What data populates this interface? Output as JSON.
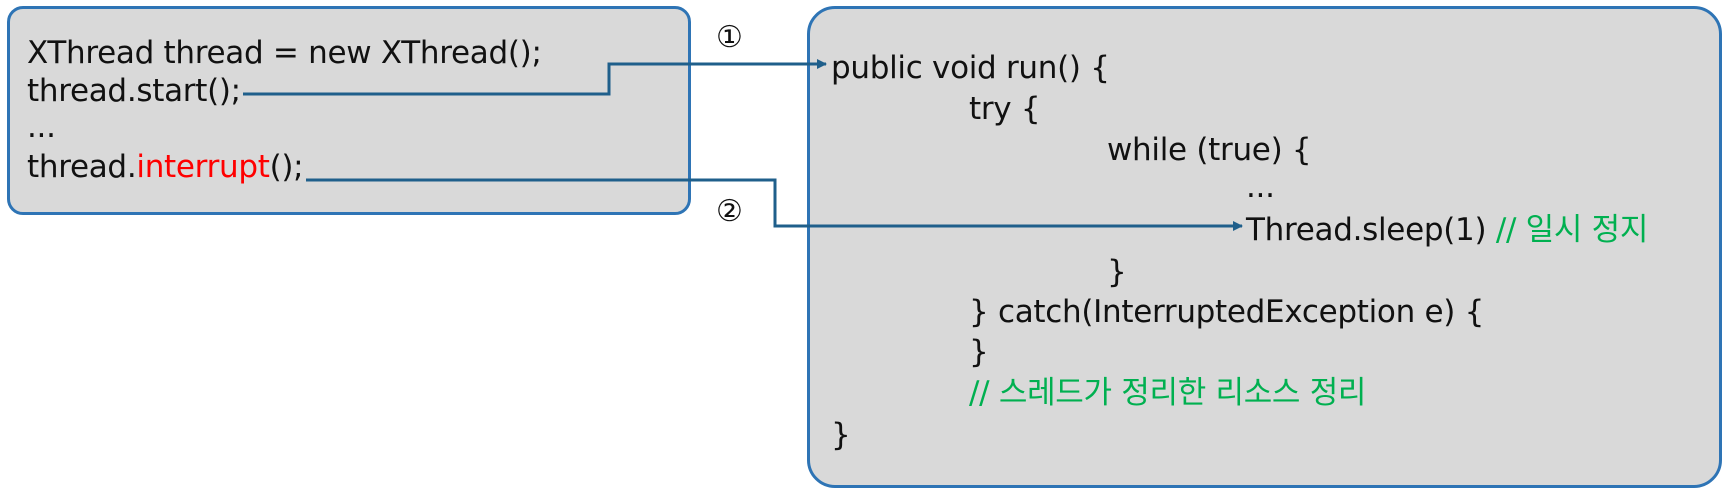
{
  "caller": {
    "line1": "XThread thread = new XThread();",
    "line2": "thread.start();",
    "line3": "...",
    "line4_prefix": "thread.",
    "line4_method": "interrupt",
    "line4_suffix": "();"
  },
  "markers": {
    "first": "①",
    "second": "②"
  },
  "run_method": {
    "signature": "public void run() {",
    "try_open": "try {",
    "while_open": "while (true) {",
    "ellipsis": "...",
    "sleep_call": "Thread.sleep(1)",
    "sleep_comment": "// 일시 정지",
    "while_close": "}",
    "catch_open": "} catch(InterruptedException e) {",
    "catch_close": "}",
    "cleanup_comment": "// 스레드가 정리한 리소스 정리",
    "method_close": "}"
  },
  "colors": {
    "box_fill": "#d9d9d9",
    "box_border": "#2e74b5",
    "arrow": "#1f5f8b",
    "highlight_method": "#ff0000",
    "comment": "#00b050"
  }
}
